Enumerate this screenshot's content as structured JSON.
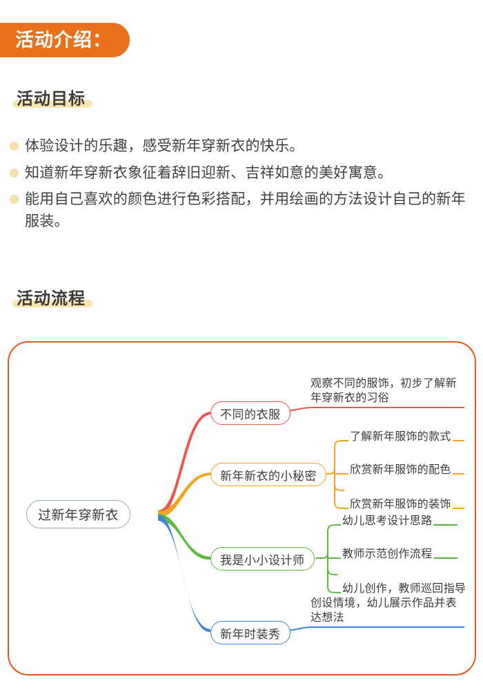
{
  "header": {
    "title": "活动介绍："
  },
  "sections": {
    "goals_heading": "活动目标",
    "flow_heading": "活动流程"
  },
  "goals": [
    "体验设计的乐趣，感受新年穿新衣的快乐。",
    "知道新年穿新衣象征着辞旧迎新、吉祥如意的美好寓意。",
    "能用自己喜欢的颜色进行色彩搭配，并用绘画的方法设计自己的新年服装。"
  ],
  "mindmap": {
    "root": "过新年穿新衣",
    "branches": [
      {
        "label": "不同的衣服",
        "color": "#f4524d",
        "items": [
          "观察不同的服饰，初步了解新\n年穿新衣的习俗"
        ]
      },
      {
        "label": "新年新衣的小秘密",
        "color": "#f0a621",
        "items": [
          "了解新年服饰的款式",
          "欣赏新年服饰的配色",
          "欣赏新年服饰的装饰"
        ]
      },
      {
        "label": "我是小小设计师",
        "color": "#5cbb3c",
        "items": [
          "幼儿思考设计思路",
          "教师示范创作流程",
          "幼儿创作，教师巡回指导"
        ]
      },
      {
        "label": "新年时装秀",
        "color": "#3d85d8",
        "items": [
          "创设情境，幼儿展示作品并表\n达想法"
        ]
      }
    ],
    "border_color": "#e8561a"
  },
  "colors": {
    "title_pill": "#e8711a",
    "highlight": "#f8e6b0",
    "bullet": "#f6dfa8",
    "root_border": "#9aa8bd"
  }
}
